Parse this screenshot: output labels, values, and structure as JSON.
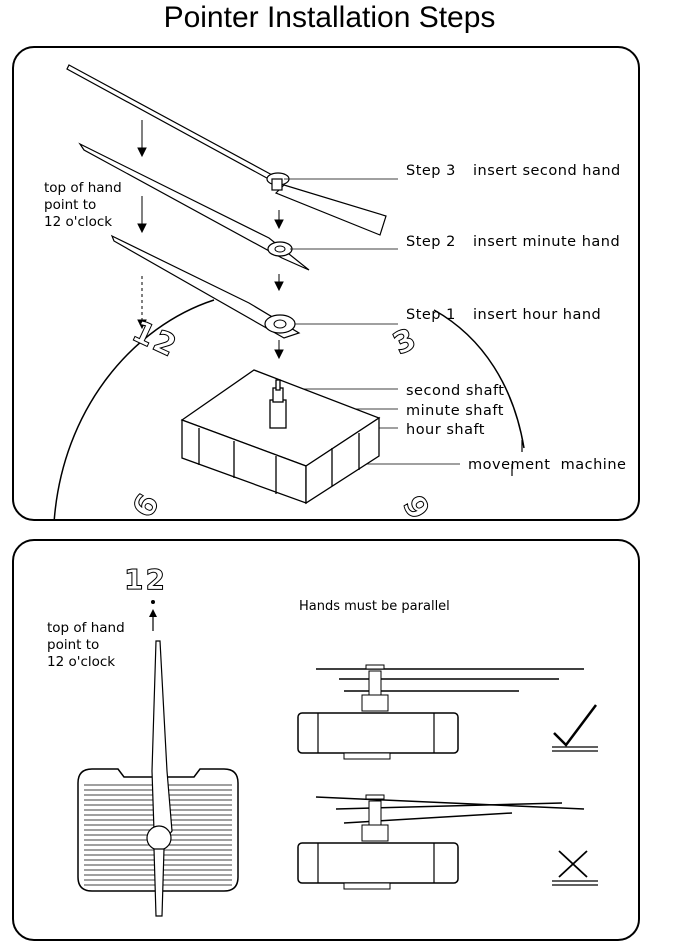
{
  "title": "Pointer Installation Steps",
  "top_panel": {
    "note": "top of hand\npoint to\n12 o'clock",
    "steps": [
      {
        "step": "Step 3",
        "text": "insert second hand"
      },
      {
        "step": "Step 2",
        "text": "insert minute hand"
      },
      {
        "step": "Step 1",
        "text": "insert hour hand"
      }
    ],
    "shafts": {
      "second": "second shaft",
      "minute": "minute shaft",
      "hour": "hour shaft",
      "movement": "movement  machine"
    },
    "dial_numbers": [
      "12",
      "3",
      "9",
      "6"
    ]
  },
  "bottom_panel": {
    "twelve": "12",
    "note": "top of hand\npoint to\n12 o'clock",
    "parallel_note": "Hands must be parallel",
    "correct_mark": "check-icon",
    "wrong_mark": "cross-icon"
  }
}
